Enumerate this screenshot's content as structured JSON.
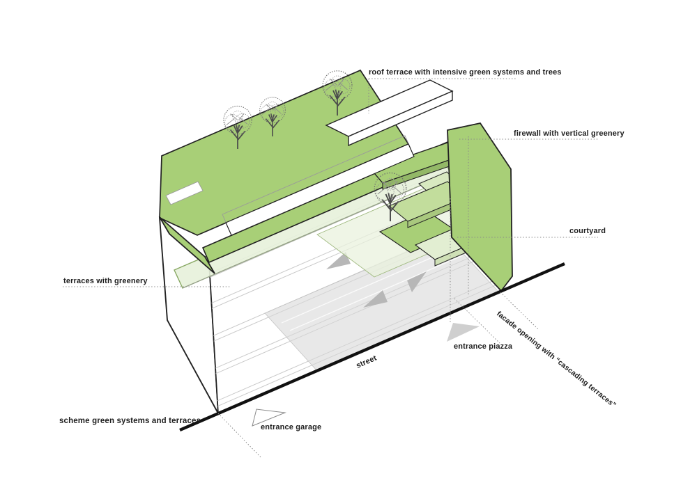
{
  "diagram": {
    "kind": "axonometric-architecture-scheme",
    "title": "scheme green systems and terraces",
    "labels": {
      "roof_terrace": "roof terrace with intensive green systems and trees",
      "firewall": "firewall with vertical greenery",
      "courtyard": "courtyard",
      "terraces": "terraces with greenery",
      "facade_opening": "facade opening with “cascading terraces”",
      "entrance_piazza": "entrance piazza",
      "street": "street",
      "entrance_garage": "entrance garage"
    },
    "colors": {
      "green_roof": "#a8cf77",
      "green_mid": "#c2dd9c",
      "green_light": "#e7f1da",
      "green_pale": "#e9f2dd",
      "gray_floor": "#d9d9d9",
      "gray_arrow": "#b7b7b7",
      "ink": "#1d1d1d"
    }
  }
}
